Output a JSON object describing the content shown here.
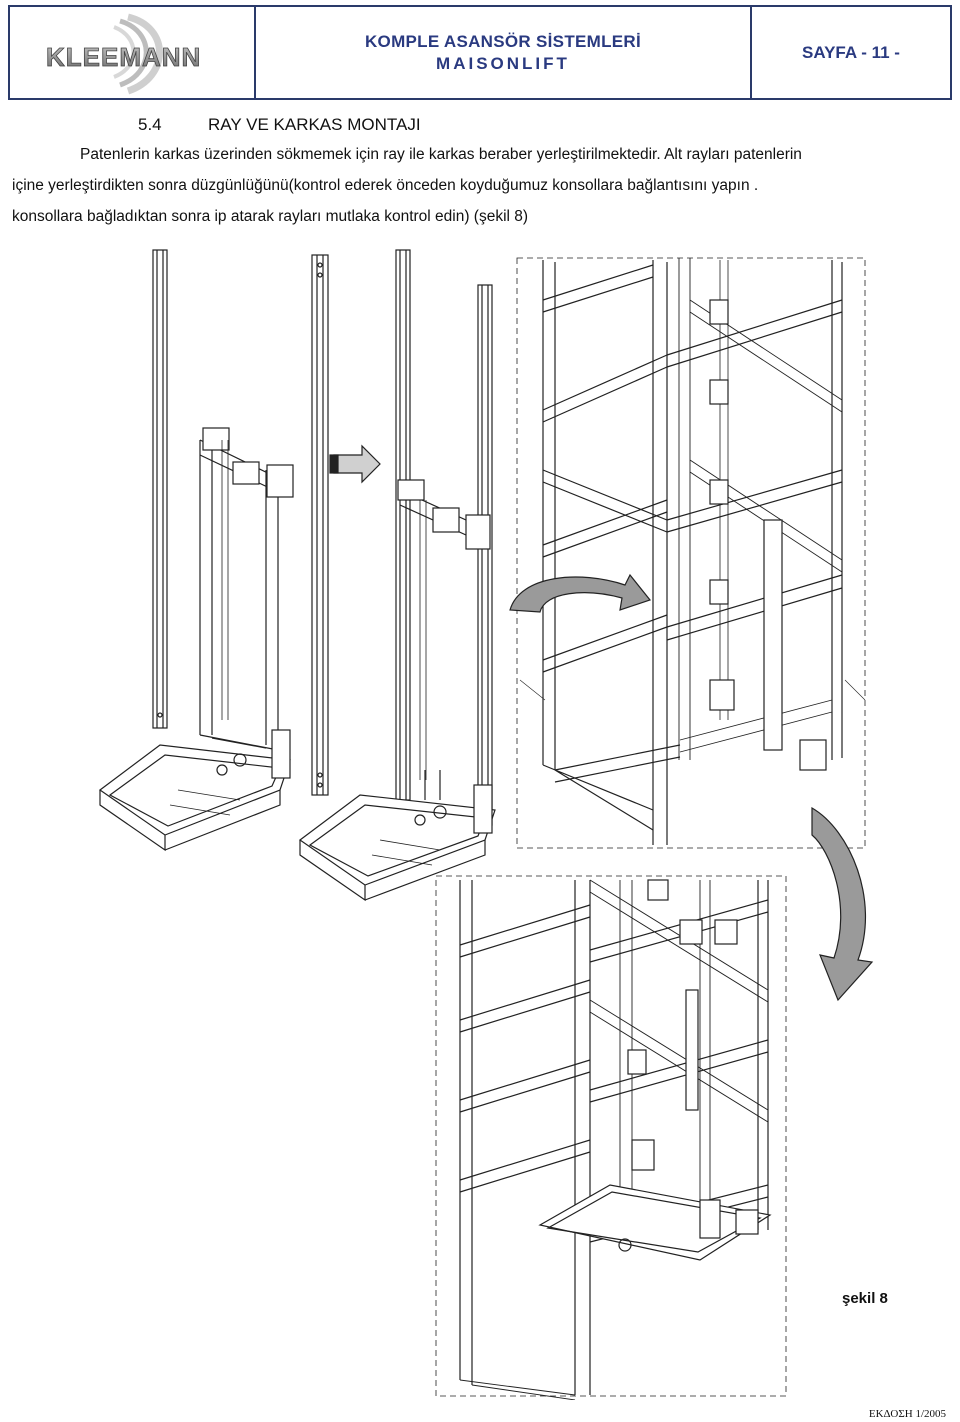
{
  "header": {
    "logo_text": "KLEEMANN",
    "title": "KOMPLE ASANSÖR SİSTEMLERİ",
    "subtitle": "MAISONLIFT",
    "page": "SAYFA - 11 -"
  },
  "section": {
    "number": "5.4",
    "title": "RAY VE KARKAS MONTAJI"
  },
  "body": {
    "line1": "Patenlerin karkas üzerinden sökmemek için ray ile karkas beraber yerleştirilmektedir. Alt rayları patenlerin",
    "line2": "içine yerleştirdikten sonra düzgünlüğünü(kontrol ederek önceden koyduğumuz konsollara bağlantısını yapın .",
    "line3": "konsollara bağladıktan sonra ip atarak rayları mutlaka kontrol edin) (şekil 8)"
  },
  "figure": {
    "caption": "şekil 8"
  },
  "footer": {
    "code": "ΕΚΔΟΣΗ 1/2005"
  },
  "colors": {
    "header_border": "#2a3a6a",
    "header_text": "#2a3a80",
    "arrow_fill": "#9a9a9a"
  }
}
